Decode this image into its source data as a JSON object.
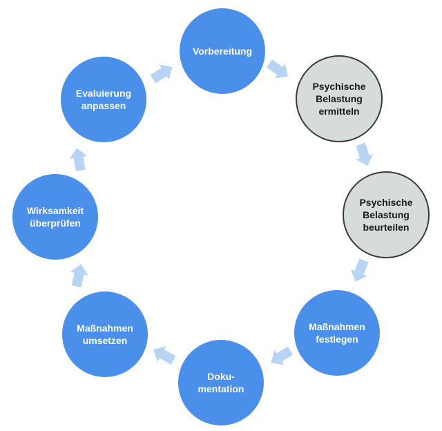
{
  "colors": {
    "blue_node": "#4a8fea",
    "grey_node": "#d6dcdc",
    "grey_border": "#3a3a3a",
    "arrow": "#b8d4f4"
  },
  "cycle": {
    "steps": [
      {
        "label": "Vorbereitung",
        "style": "blue"
      },
      {
        "label": "Psychische\nBelastung\nermitteln",
        "style": "grey"
      },
      {
        "label": "Psychische\nBelastung\nbeurteilen",
        "style": "grey"
      },
      {
        "label": "Maßnahmen\nfestlegen",
        "style": "blue"
      },
      {
        "label": "Doku-\nmentation",
        "style": "blue"
      },
      {
        "label": "Maßnahmen\numsetzen",
        "style": "blue"
      },
      {
        "label": "Wirksamkeit\nüberprüfen",
        "style": "blue"
      },
      {
        "label": "Evaluierung\nanpassen",
        "style": "blue"
      }
    ]
  }
}
